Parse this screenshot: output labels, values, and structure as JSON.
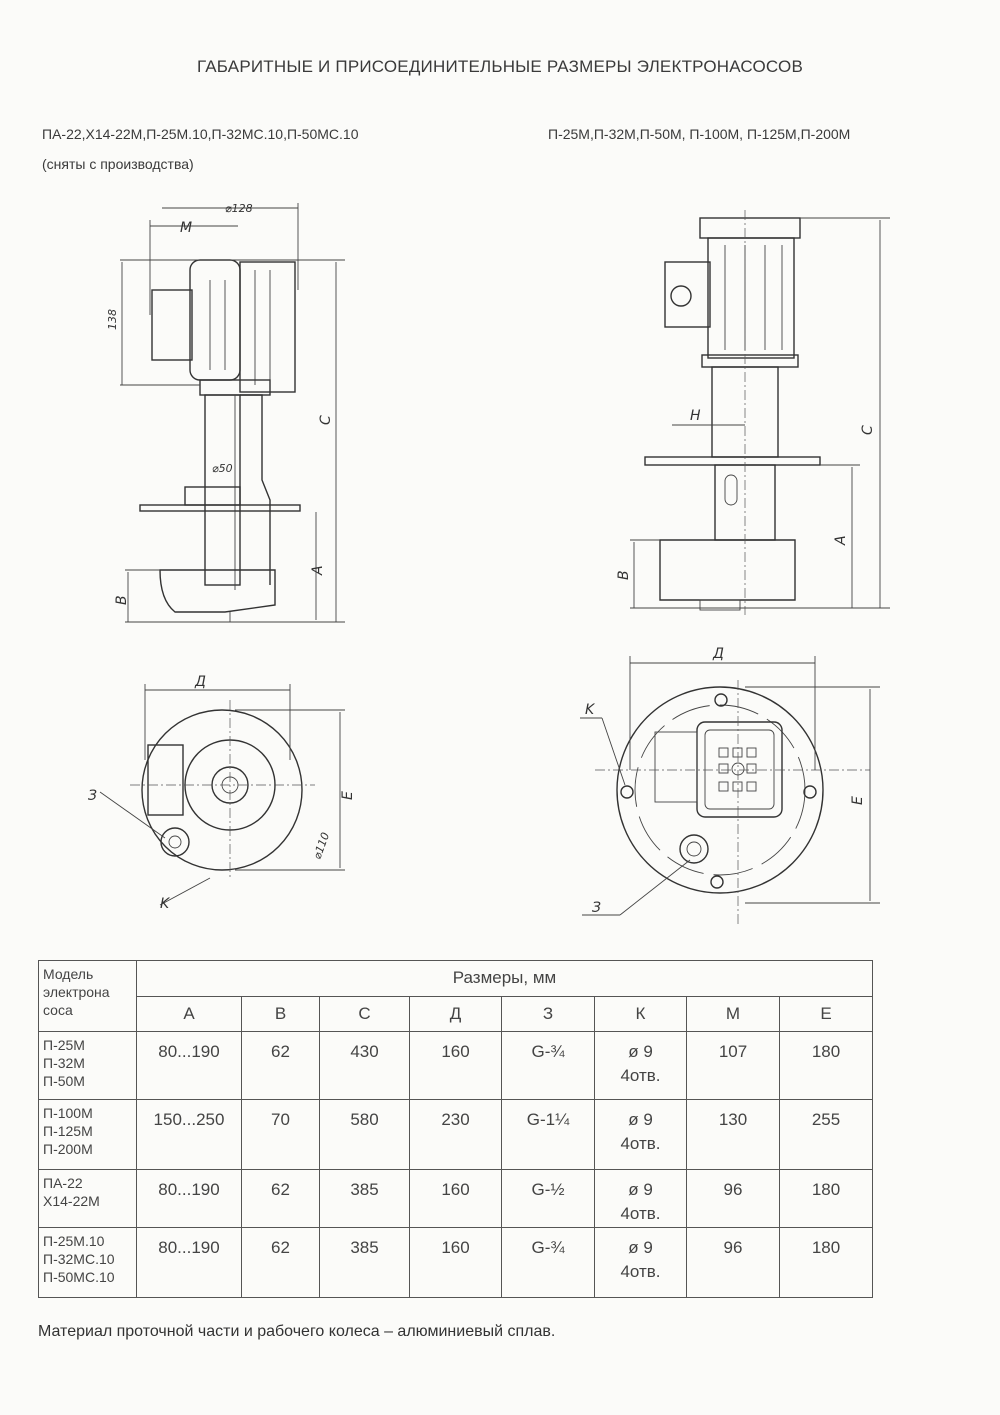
{
  "title": "ГАБАРИТНЫЕ И ПРИСОЕДИНИТЕЛЬНЫЕ РАЗМЕРЫ ЭЛЕКТРОНАСОСОВ",
  "left_group": {
    "models": "ПА-22,Х14-22М,П-25М.10,П-32МС.10,П-50МС.10",
    "note": "(сняты с производства)",
    "labels": {
      "m": "M",
      "d128": "⌀128",
      "h138": "138",
      "c": "C",
      "d50": "⌀50",
      "a": "A",
      "b": "B",
      "d": "Д",
      "e": "E",
      "z": "З",
      "k": "K",
      "d110": "⌀110"
    }
  },
  "right_group": {
    "models": "П-25М,П-32М,П-50М, П-100М, П-125М,П-200М",
    "labels": {
      "h": "H",
      "c": "C",
      "a": "A",
      "b": "B",
      "d": "Д",
      "k": "K",
      "e": "E",
      "z": "З"
    }
  },
  "table": {
    "model_header": "Модель электрона соса",
    "group_header": "Размеры, мм",
    "columns": [
      "A",
      "B",
      "C",
      "Д",
      "З",
      "К",
      "М",
      "Е"
    ],
    "rows": [
      {
        "model": [
          "П-25М",
          "П-32М",
          "П-50М"
        ],
        "values": [
          "80...190",
          "62",
          "430",
          "160",
          "G-¾",
          "ø 9\n4отв.",
          "107",
          "180"
        ]
      },
      {
        "model": [
          "П-100М",
          "П-125М",
          "П-200М"
        ],
        "values": [
          "150...250",
          "70",
          "580",
          "230",
          "G-1¼",
          "ø 9\n4отв.",
          "130",
          "255"
        ]
      },
      {
        "model": [
          "ПА-22",
          "Х14-22М"
        ],
        "values": [
          "80...190",
          "62",
          "385",
          "160",
          "G-½",
          "ø 9\n4отв.",
          "96",
          "180"
        ]
      },
      {
        "model": [
          "П-25М.10",
          "П-32МС.10",
          "П-50МС.10"
        ],
        "values": [
          "80...190",
          "62",
          "385",
          "160",
          "G-¾",
          "ø 9\n4отв.",
          "96",
          "180"
        ]
      }
    ]
  },
  "footer": "Материал проточной части и рабочего колеса – алюминиевый сплав."
}
